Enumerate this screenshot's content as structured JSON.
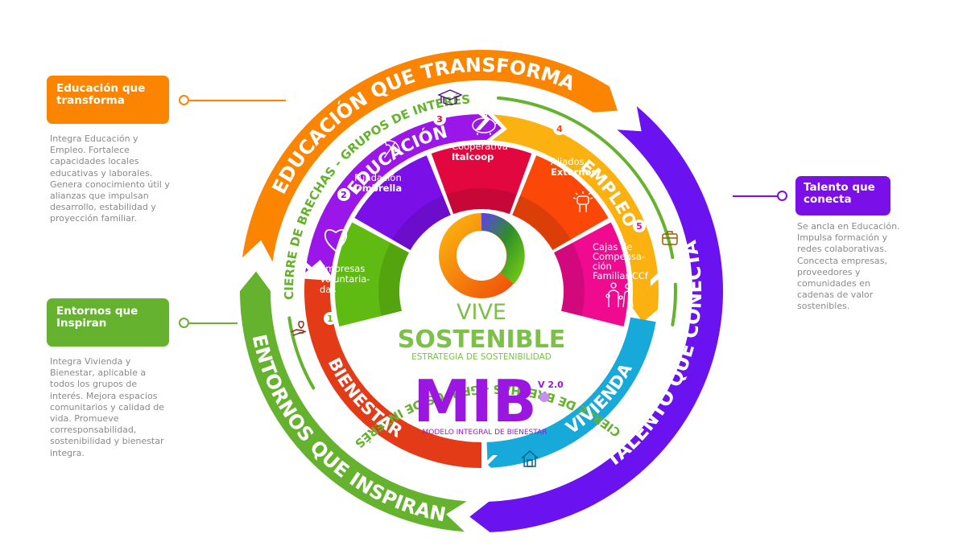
{
  "colors": {
    "orange": "#fb8500",
    "green": "#65b22e",
    "purple_dark": "#6a12f0",
    "purple": "#9b16e8",
    "yellow": "#fbb10f",
    "blue": "#16a9d9",
    "red": "#e33b18",
    "magenta_red": "#e2083f",
    "orange_red": "#fb4708",
    "pink": "#ef0a8f",
    "violet": "#7a0fe8",
    "petal_green": "#5fbb12",
    "mib_purple": "#9b16e0",
    "desc_gray": "#8a8a8a"
  },
  "left_cards": [
    {
      "title": "Educación que transforma",
      "description": "Integra Educación y Empleo. Fortalece capacidades locales educativas y laborales. Genera conocimiento útil y alianzas que impulsan desarrollo, estabilidad y proyección familiar."
    },
    {
      "title": "Entornos que Inspiran",
      "description": "Integra Vivienda y Bienestar, aplicable a todos los grupos de interés. Mejora espacios comunitarios y calidad de vida. Promueve corresponsabilidad, sostenibilidad y bienestar integra."
    }
  ],
  "right_card": {
    "title": "Talento que conecta",
    "description": "Se ancla en Educación. Impulsa formación y redes colaborativas. Concecta empresas, proveedores y comunidades en cadenas de valor sostenibles."
  },
  "outer_ring": {
    "top": "EDUCACIÓN QUE TRANSFORMA",
    "left_bottom": "ENTORNOS QUE INSPIRAN",
    "right": "TALENTO QUE CONECTA"
  },
  "gap_ring": {
    "top": "CIERRE DE BRECHAS - GRUPOS DE INTERÉS",
    "bottom": "CIERRE DE BRECHAS - GRUPOS DE INTERÉS"
  },
  "inner_ring": {
    "educacion": "EDUCACIÓN",
    "empleo": "EMPLEO",
    "vivienda": "VIVIENDA",
    "bienestar": "BIENESTAR",
    "icons": [
      "graduation-cap-icon",
      "briefcase-icon",
      "house-icon",
      "hand-heart-icon"
    ]
  },
  "petals": [
    {
      "number": "1",
      "line1": "Empresas",
      "line2": "Voluntaria-",
      "line3": "das",
      "icon": "heart-icon"
    },
    {
      "number": "2",
      "line1": "Fundación",
      "line2": "Ombrella",
      "icon": "umbrella-icon"
    },
    {
      "number": "3",
      "line1": "Cooperativa",
      "line2": "Italcoop",
      "icon": "piggy-bank-icon"
    },
    {
      "number": "4",
      "line1": "Aliados",
      "line2": "Externos",
      "icon": "raised-fist-icon"
    },
    {
      "number": "5",
      "line1": "Cajas de",
      "line2": "Compensa-",
      "line3": "ción",
      "line4": "Familiar CCf",
      "icon": "family-icon"
    }
  ],
  "center": {
    "vive": "VIVE",
    "sostenible": "SOSTENIBLE",
    "estrategia": "ESTRATEGIA DE SOSTENIBILIDAD",
    "mib": "MIB",
    "version": "V 2.0",
    "modelo": "MODELO INTEGRAL DE BIENESTAR"
  }
}
